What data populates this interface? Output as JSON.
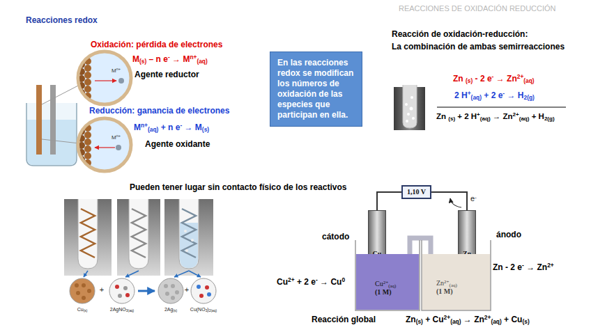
{
  "diagram": {
    "title": "Reacciones redox",
    "nodes": [
      {
        "text": [
          "En las reacciones redox se modifican los números de oxidación de las especies que participan en ella."
        ]
      },
      {
        "text": [
          "1,10 V"
        ]
      },
      {
        "text": [
          "Cu"
        ]
      },
      {
        "text": [
          "Zn"
        ]
      },
      {
        "text": [
          "Cu2+(aq)",
          "(1 M)"
        ]
      },
      {
        "text": [
          "Zn2+(aq)",
          "(1 M)"
        ]
      }
    ],
    "edges": [
      {
        "from": 1,
        "to": 2,
        "arrow": "none"
      },
      {
        "from": 1,
        "to": 3,
        "arrow": "none"
      }
    ],
    "labels": [
      "REACCIONES DE OXIDACIÓN REDUCCIÓN",
      "Oxidación: pérdida de electrones",
      "M(s) – n e- → Mn+(aq)",
      "Agente reductor",
      "Reducción: ganancia de electrones",
      "Mn+(aq) + n e- → M(s)",
      "Agente oxidante",
      "Mn+",
      "Mn+",
      "Reacción de oxidación-reducción:",
      "La combinación de ambas semirreacciones",
      "Zn (s) - 2 e- → Zn2+(aq)",
      "2 H+(aq) + 2 e- → H2(g)",
      "Zn (s) + 2 H+(aq) → Zn2+(aq) + H2(g)",
      "Pueden tener lugar sin contacto físico de los reactivos",
      "Cu(s)",
      "+",
      "2AgNO3(aq)",
      "2Ag(s)",
      "+",
      "Cu(NO3)2(aq)",
      "e-",
      "cátodo",
      "ánodo",
      "Cu2+ + 2 e- → Cu0",
      "Zn - 2 e- → Zn2+",
      "Reacción global",
      "Zn(s) + Cu2+(aq) → Zn2+(aq) + Cu(s)"
    ]
  }
}
